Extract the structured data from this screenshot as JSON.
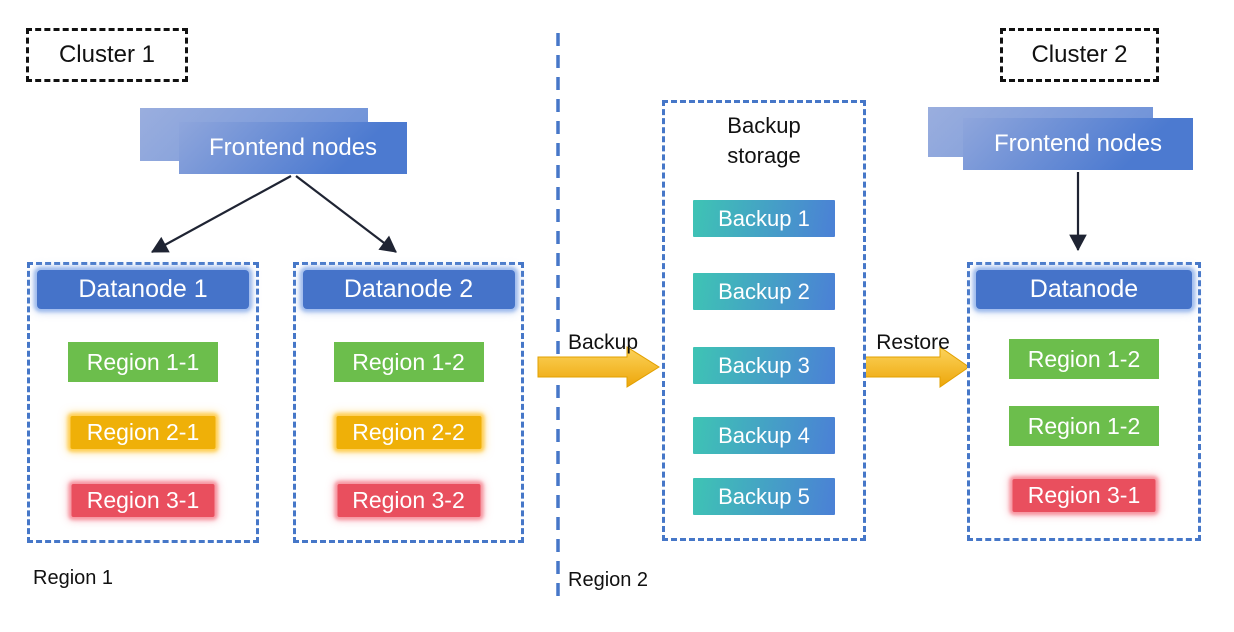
{
  "cluster1": {
    "label": "Cluster 1",
    "frontend_label": "Frontend nodes",
    "region_footer": "Region 1",
    "datanode1": {
      "title": "Datanode 1",
      "regions": [
        {
          "label": "Region 1-1",
          "color": "green"
        },
        {
          "label": "Region 2-1",
          "color": "yellow"
        },
        {
          "label": "Region 3-1",
          "color": "red"
        }
      ]
    },
    "datanode2": {
      "title": "Datanode 2",
      "regions": [
        {
          "label": "Region 1-2",
          "color": "green"
        },
        {
          "label": "Region 2-2",
          "color": "yellow"
        },
        {
          "label": "Region 3-2",
          "color": "red"
        }
      ]
    }
  },
  "backup_flow": {
    "arrow_label": "Backup"
  },
  "restore_flow": {
    "arrow_label": "Restore"
  },
  "backup_storage": {
    "title": "Backup\nstorage",
    "region_footer": "Region 2",
    "items": [
      "Backup 1",
      "Backup 2",
      "Backup 3",
      "Backup 4",
      "Backup 5"
    ]
  },
  "cluster2": {
    "label": "Cluster 2",
    "frontend_label": "Frontend nodes",
    "datanode": {
      "title": "Datanode",
      "regions": [
        {
          "label": "Region 1-2",
          "color": "green"
        },
        {
          "label": "Region 1-2",
          "color": "green"
        },
        {
          "label": "Region 3-1",
          "color": "red"
        }
      ]
    }
  },
  "palette": {
    "container_border_blue": "#4677c8",
    "datanode_blue": "#4573c9",
    "region_green": "#6cbe4c",
    "region_yellow": "#efb008",
    "region_red": "#e94f5e",
    "backup_gradient_teal": "#3ec4b4",
    "backup_gradient_blue": "#4b80d6",
    "arrow_yellow": "#f2b213",
    "frontend_blue_light": "#8fa6dc",
    "frontend_blue": "#4c7ad0",
    "connector_black": "#1f2433"
  }
}
